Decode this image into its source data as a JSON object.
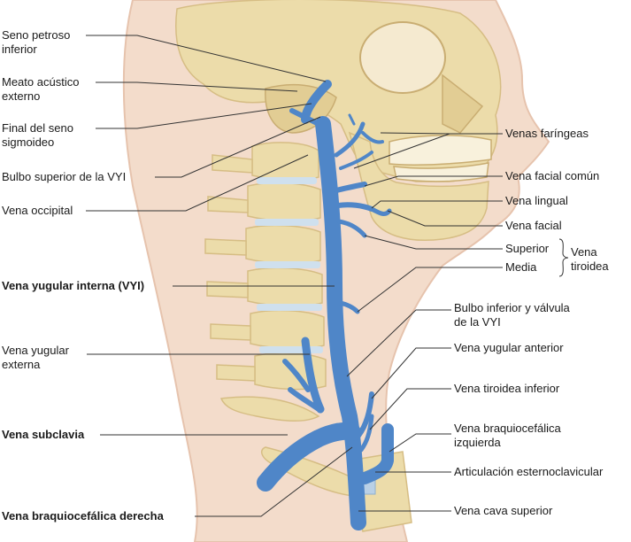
{
  "labels": {
    "seno_petroso_1": "Seno petroso",
    "seno_petroso_2": "inferior",
    "meato_1": "Meato acústico",
    "meato_2": "externo",
    "final_seno_1": "Final del seno",
    "final_seno_2": "sigmoideo",
    "bulbo_superior": "Bulbo superior de la VYI",
    "vena_occipital": "Vena occipital",
    "vena_yugular_interna": "Vena yugular interna (VYI)",
    "vena_yugular_externa_1": "Vena yugular",
    "vena_yugular_externa_2": "externa",
    "vena_subclavia": "Vena subclavia",
    "vena_braquiocefalica_derecha": "Vena braquiocefálica derecha",
    "venas_faringeas": "Venas faríngeas",
    "vena_facial_comun": "Vena facial común",
    "vena_lingual": "Vena lingual",
    "vena_facial": "Vena facial",
    "tiroidea_superior": "Superior",
    "tiroidea_media": "Media",
    "vena_tiroidea_group_1": "Vena",
    "vena_tiroidea_group_2": "tiroidea",
    "bulbo_inferior_1": "Bulbo inferior y válvula",
    "bulbo_inferior_2": "de la VYI",
    "vena_yugular_anterior": "Vena yugular anterior",
    "vena_tiroidea_inferior": "Vena tiroidea inferior",
    "vena_braquiocefalica_izq_1": "Vena braquiocefálica",
    "vena_braquiocefalica_izq_2": "izquierda",
    "articulacion": "Articulación esternoclavicular",
    "vena_cava_superior": "Vena cava superior"
  },
  "colors": {
    "skin": "#f3dccb",
    "skin_shadow": "#e6c3ad",
    "bone": "#ecdcaa",
    "bone_shadow": "#d6bd84",
    "vein": "#4f86c8",
    "vein_dark": "#2f5f9e",
    "cartilage": "#b9d0e6",
    "leader": "#333333"
  }
}
